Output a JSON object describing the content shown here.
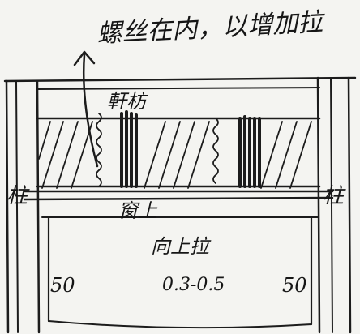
{
  "annotation_top": "螺丝在内，以增加拉",
  "label_beam": "軒枋",
  "label_post_left": "柱",
  "label_post_right": "柱",
  "label_window_top": "窗上",
  "label_pull_up": "向上拉",
  "label_range": "0.3-0.5",
  "label_dim_left": "50",
  "label_dim_right": "50",
  "colors": {
    "ink": "#1c1c1c",
    "paper": "#f4f4f1"
  }
}
